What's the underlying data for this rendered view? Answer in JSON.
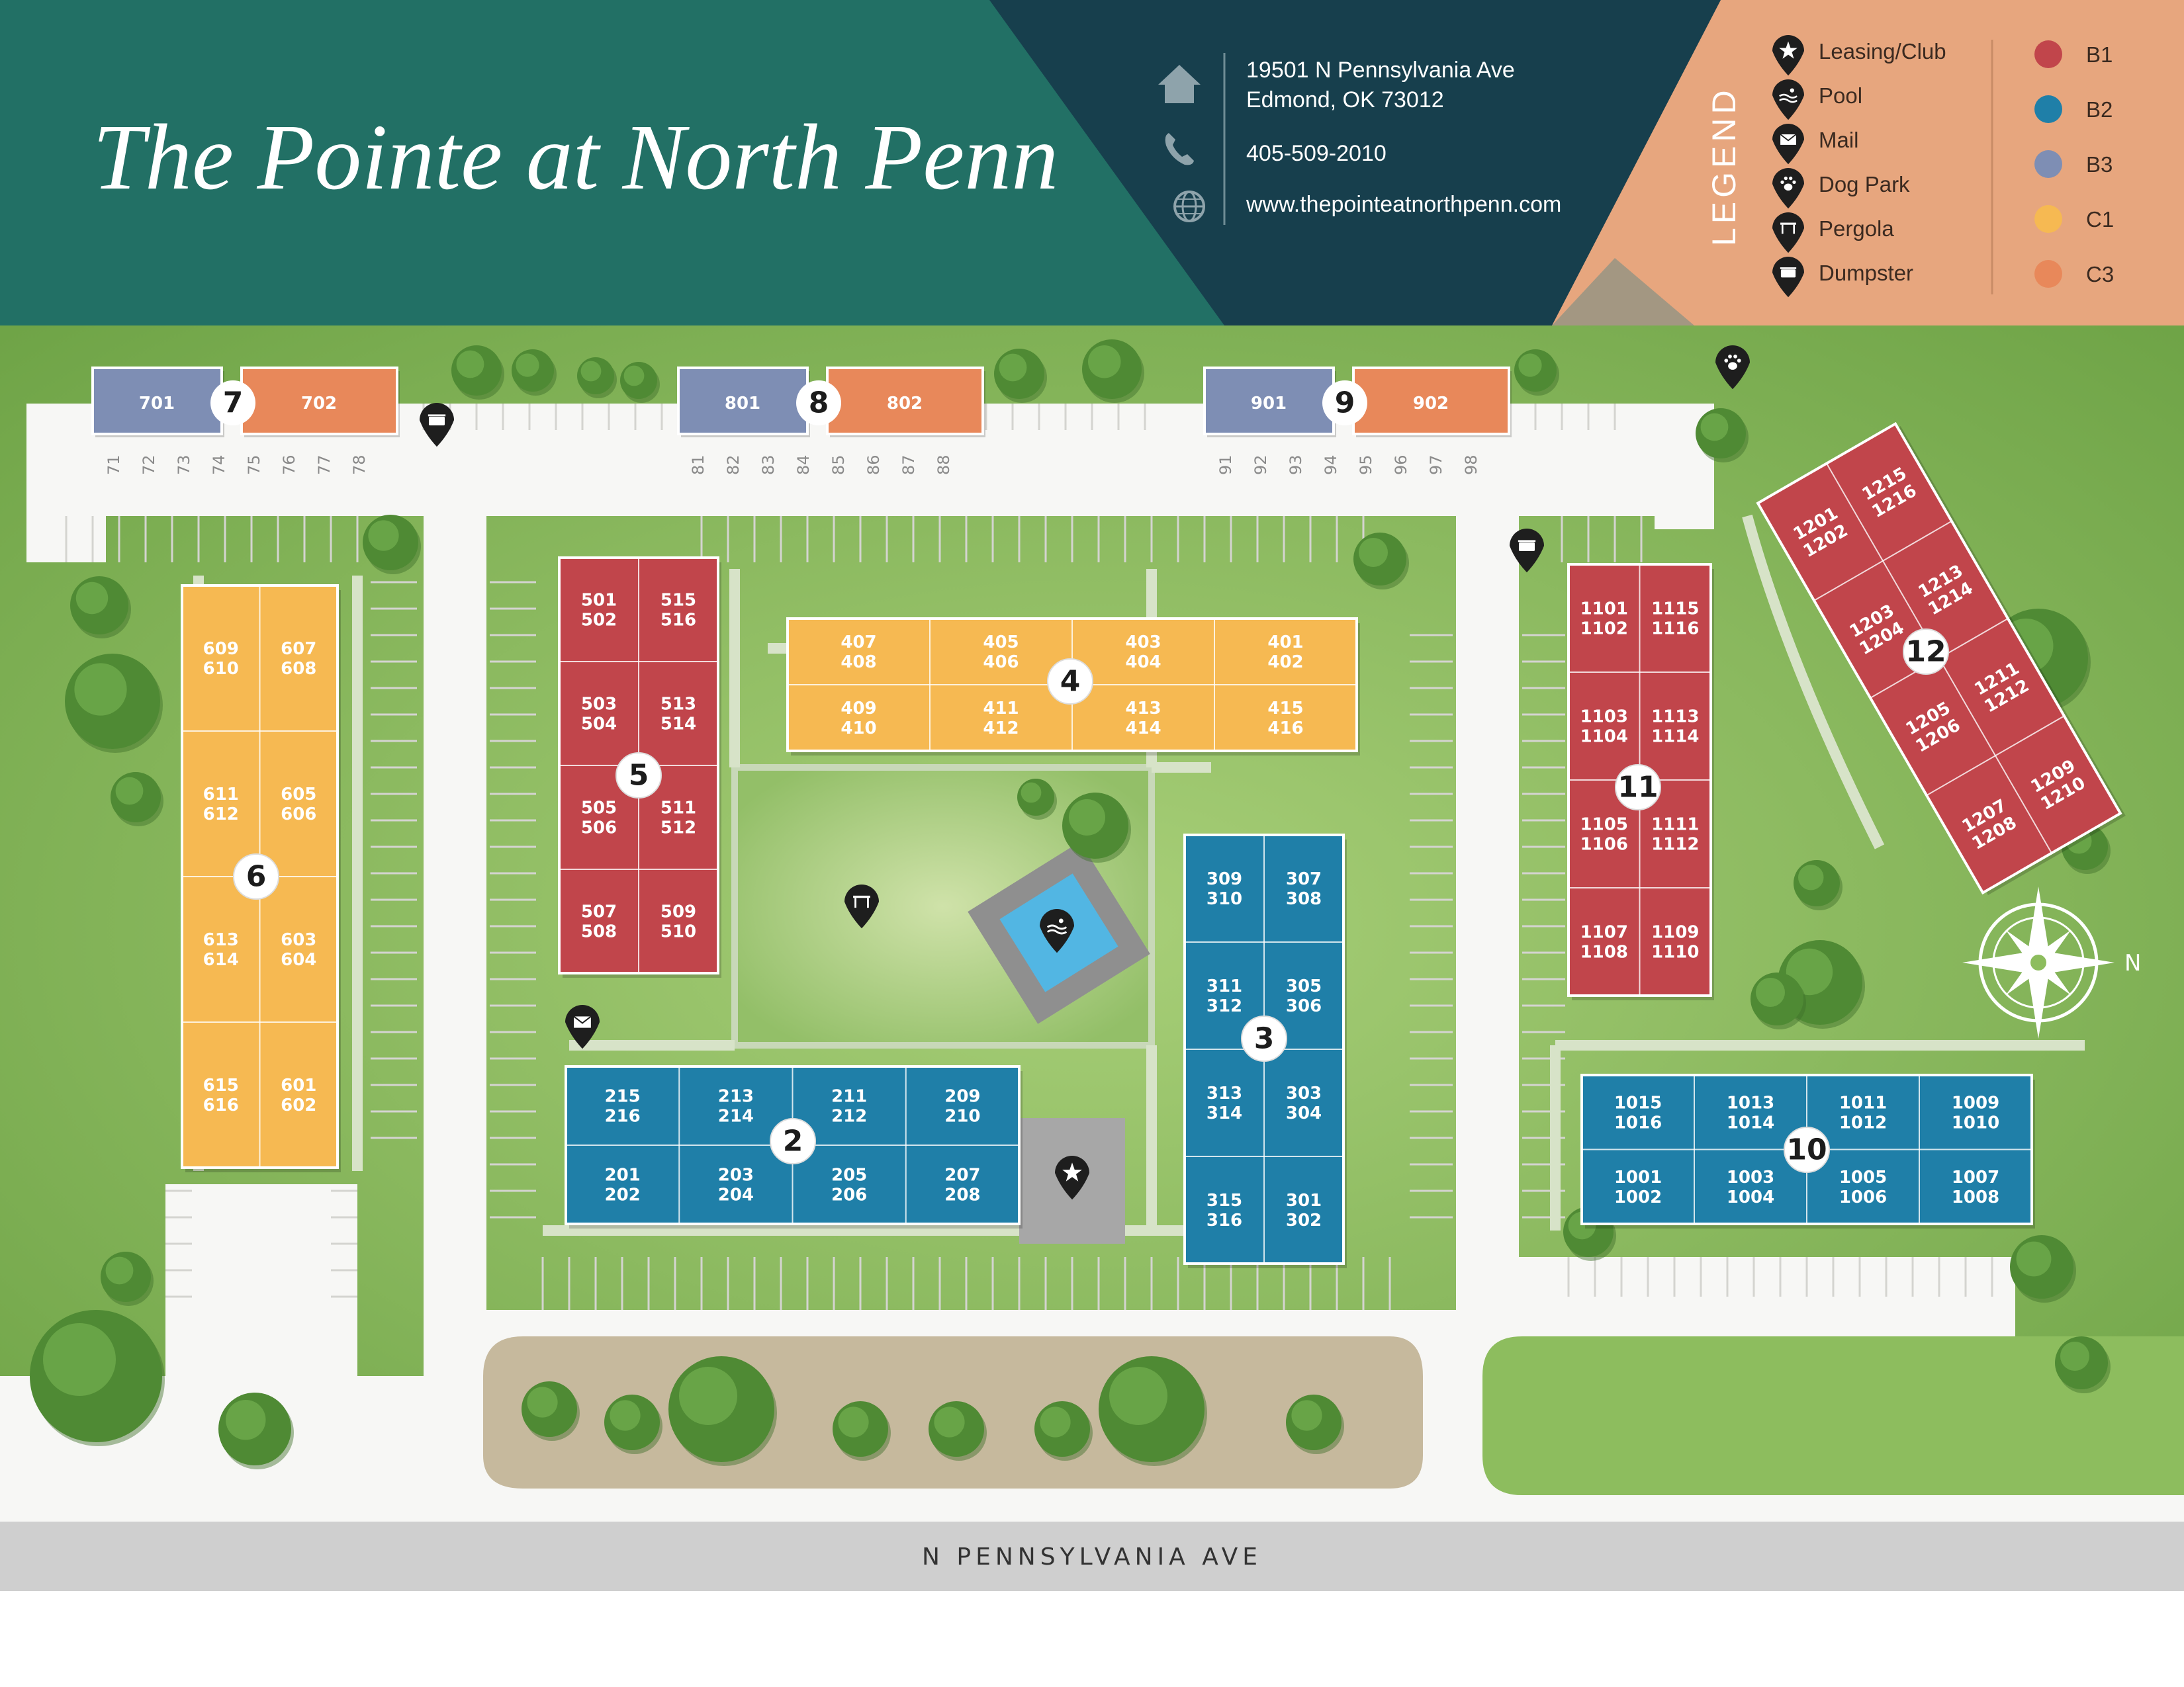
{
  "title": "The Pointe at North Penn",
  "contact": {
    "address_line1": "19501 N Pennsylvania Ave",
    "address_line2": "Edmond, OK 73012",
    "phone": "405-509-2010",
    "website": "www.thepointeatnorthpenn.com",
    "icons": [
      "home-icon",
      "phone-icon",
      "globe-icon"
    ]
  },
  "legend": {
    "heading": "LEGEND",
    "amenities": [
      {
        "label": "Leasing/Club",
        "icon": "star-icon"
      },
      {
        "label": "Pool",
        "icon": "pool-icon"
      },
      {
        "label": "Mail",
        "icon": "mail-icon"
      },
      {
        "label": "Dog Park",
        "icon": "paw-icon"
      },
      {
        "label": "Pergola",
        "icon": "pergola-icon"
      },
      {
        "label": "Dumpster",
        "icon": "dumpster-icon"
      }
    ],
    "floorplans": [
      {
        "label": "B1",
        "color": "#c1454b"
      },
      {
        "label": "B2",
        "color": "#1f7fa8"
      },
      {
        "label": "B3",
        "color": "#7e8eb4"
      },
      {
        "label": "C1",
        "color": "#f6b952"
      },
      {
        "label": "C3",
        "color": "#e8885a"
      }
    ]
  },
  "colors": {
    "header_green": "#227065",
    "header_dark": "#173f4d",
    "legend_bg": "#e7a67e",
    "lawn": "#8dbd5e",
    "pavement": "#f7f7f5"
  },
  "street": "N PENNSYLVANIA AVE",
  "compass": "N",
  "garages": [
    {
      "building": "7",
      "units": [
        "701",
        "702"
      ],
      "spaces": [
        "71",
        "72",
        "73",
        "74",
        "75",
        "76",
        "77",
        "78"
      ]
    },
    {
      "building": "8",
      "units": [
        "801",
        "802"
      ],
      "spaces": [
        "81",
        "82",
        "83",
        "84",
        "85",
        "86",
        "87",
        "88"
      ]
    },
    {
      "building": "9",
      "units": [
        "901",
        "902"
      ],
      "spaces": [
        "91",
        "92",
        "93",
        "94",
        "95",
        "96",
        "97",
        "98"
      ]
    }
  ],
  "buildings": [
    {
      "number": "2",
      "units": [
        [
          "215",
          "216"
        ],
        [
          "213",
          "214"
        ],
        [
          "211",
          "212"
        ],
        [
          "209",
          "210"
        ],
        [
          "201",
          "202"
        ],
        [
          "203",
          "204"
        ],
        [
          "205",
          "206"
        ],
        [
          "207",
          "208"
        ]
      ]
    },
    {
      "number": "3",
      "units": [
        [
          "309",
          "310"
        ],
        [
          "307",
          "308"
        ],
        [
          "311",
          "312"
        ],
        [
          "305",
          "306"
        ],
        [
          "313",
          "314"
        ],
        [
          "303",
          "304"
        ],
        [
          "315",
          "316"
        ],
        [
          "301",
          "302"
        ]
      ]
    },
    {
      "number": "4",
      "units": [
        [
          "407",
          "408"
        ],
        [
          "405",
          "406"
        ],
        [
          "403",
          "404"
        ],
        [
          "401",
          "402"
        ],
        [
          "409",
          "410"
        ],
        [
          "411",
          "412"
        ],
        [
          "413",
          "414"
        ],
        [
          "415",
          "416"
        ]
      ]
    },
    {
      "number": "5",
      "units": [
        [
          "501",
          "502"
        ],
        [
          "515",
          "516"
        ],
        [
          "503",
          "504"
        ],
        [
          "513",
          "514"
        ],
        [
          "505",
          "506"
        ],
        [
          "511",
          "512"
        ],
        [
          "507",
          "508"
        ],
        [
          "509",
          "510"
        ]
      ]
    },
    {
      "number": "6",
      "units": [
        [
          "609",
          "610"
        ],
        [
          "607",
          "608"
        ],
        [
          "611",
          "612"
        ],
        [
          "605",
          "606"
        ],
        [
          "613",
          "614"
        ],
        [
          "603",
          "604"
        ],
        [
          "615",
          "616"
        ],
        [
          "601",
          "602"
        ]
      ]
    },
    {
      "number": "10",
      "units": [
        [
          "1015",
          "1016"
        ],
        [
          "1013",
          "1014"
        ],
        [
          "1011",
          "1012"
        ],
        [
          "1009",
          "1010"
        ],
        [
          "1001",
          "1002"
        ],
        [
          "1003",
          "1004"
        ],
        [
          "1005",
          "1006"
        ],
        [
          "1007",
          "1008"
        ]
      ]
    },
    {
      "number": "11",
      "units": [
        [
          "1101",
          "1102"
        ],
        [
          "1115",
          "1116"
        ],
        [
          "1103",
          "1104"
        ],
        [
          "1113",
          "1114"
        ],
        [
          "1105",
          "1106"
        ],
        [
          "1111",
          "1112"
        ],
        [
          "1107",
          "1108"
        ],
        [
          "1109",
          "1110"
        ]
      ]
    },
    {
      "number": "12",
      "units": [
        [
          "1201",
          "1202"
        ],
        [
          "1215",
          "1216"
        ],
        [
          "1203",
          "1204"
        ],
        [
          "1213",
          "1214"
        ],
        [
          "1205",
          "1206"
        ],
        [
          "1211",
          "1212"
        ],
        [
          "1207",
          "1208"
        ],
        [
          "1209",
          "1210"
        ]
      ]
    }
  ]
}
